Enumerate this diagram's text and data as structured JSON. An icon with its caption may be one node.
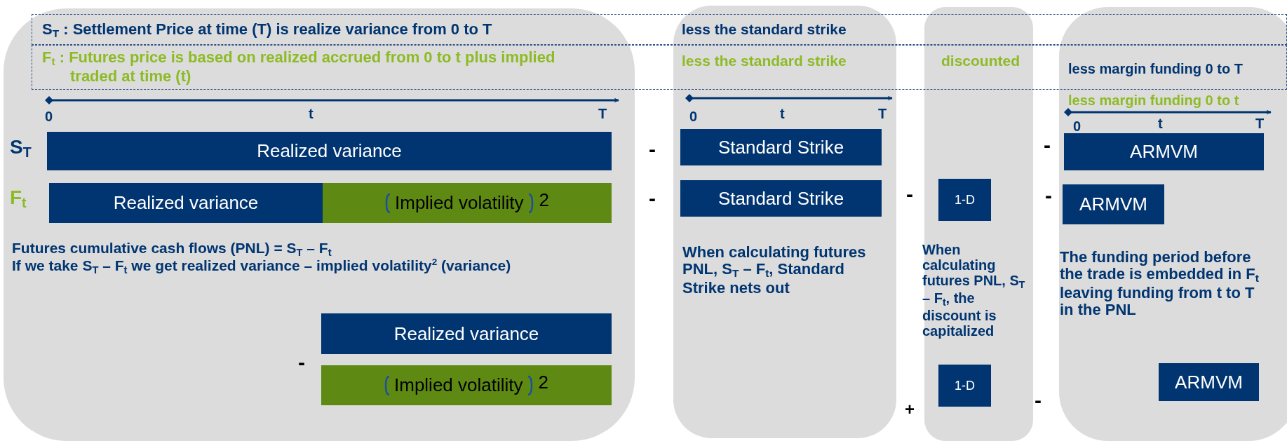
{
  "diagram": {
    "nodes": [
      {
        "text": [
          "Futures cumulative cash flows (PNL) = S$_{T}$ – F$_{t}$",
          "If we take S$_{T}$ – F$_{t}$ we get realized variance – implied volatility$^{2}$ (variance)"
        ]
      },
      {
        "text": [
          "When calculating futures PNL, S$_{T}$ – F$_{t}$, Standard Strike nets out"
        ]
      },
      {
        "text": [
          "When calculating futures PNL, S$_{T}$ – F$_{t}$, the discount is capitalized"
        ]
      },
      {
        "text": [
          "The funding period before the trade is embedded in F$_{t}$ leaving funding from t to T in the PNL"
        ]
      },
      {
        "text": [
          "S$_{T}$ : Settlement Price at time (T) is realize variance from 0 to T"
        ]
      },
      {
        "text": [
          "F$_{t}$ : Futures price is based on realized accrued from 0 to t plus implied traded at time (t)"
        ]
      },
      {
        "text": [
          "Realized variance"
        ],
        "in": 0
      },
      {
        "text": [
          "Realized variance"
        ],
        "in": 0
      },
      {
        "text": [
          "Implied volatility",
          "2"
        ],
        "in": 0
      },
      {
        "text": [
          "Realized variance"
        ],
        "in": 0
      },
      {
        "text": [
          "Implied volatility",
          "2"
        ],
        "in": 0
      },
      {
        "text": [
          "Standard Strike"
        ],
        "in": 1
      },
      {
        "text": [
          "Standard Strike"
        ],
        "in": 1
      },
      {
        "text": [
          "1-D"
        ],
        "in": 2
      },
      {
        "text": [
          "1-D"
        ],
        "in": 2
      },
      {
        "text": [
          "ARMVM"
        ],
        "in": 3
      },
      {
        "text": [
          "ARMVM"
        ],
        "in": 3
      },
      {
        "text": [
          "ARMVM"
        ],
        "in": 3
      }
    ],
    "labels": [
      "less the standard strike",
      "less the standard strike",
      "discounted",
      "less margin funding 0 to T",
      "less margin funding 0 to t",
      "0",
      "t",
      "T",
      "0",
      "t",
      "T",
      "0",
      "t",
      "T",
      "S$_{T}$",
      "-",
      "-",
      "F$_{t}$",
      "-",
      "-",
      "-",
      "-",
      "+",
      "-"
    ]
  }
}
